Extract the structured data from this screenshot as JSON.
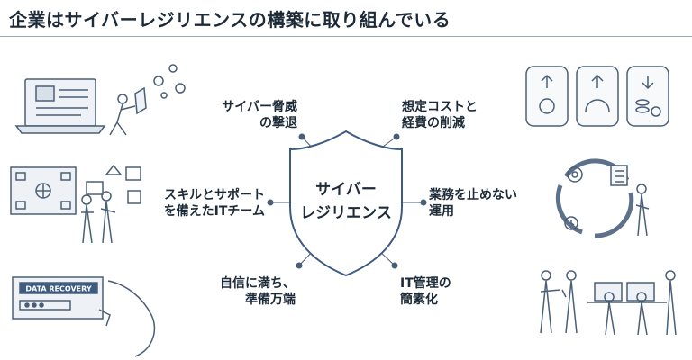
{
  "title": "企業はサイバーレジリエンスの構築に取り組んでいる",
  "center": {
    "line1": "サイバー",
    "line2": "レジリエンス"
  },
  "items": [
    {
      "line1": "サイバー脅威",
      "line2": "の撃退"
    },
    {
      "line1": "想定コストと",
      "line2": "経費の削減"
    },
    {
      "line1": "スキルとサポート",
      "line2": "を備えたITチーム"
    },
    {
      "line1": "業務を止めない",
      "line2": "運用"
    },
    {
      "line1": "自信に満ち、",
      "line2": "準備万端"
    },
    {
      "line1": "IT管理の",
      "line2": "簡素化"
    }
  ],
  "illustrations": {
    "data_recovery_text": "DATA RECOVERY"
  },
  "colors": {
    "accent": "#3d5a80",
    "line": "#4a5f77",
    "text": "#1d2a38"
  }
}
